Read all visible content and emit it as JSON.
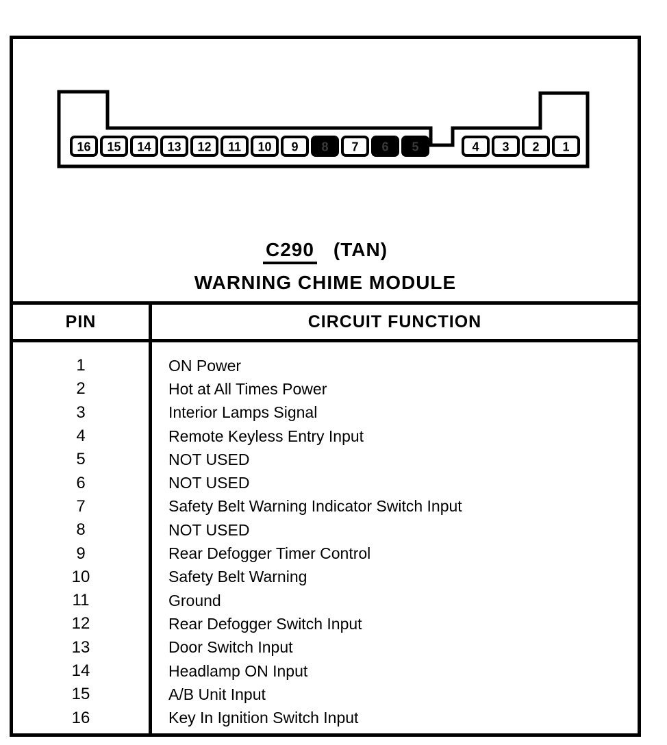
{
  "connector": {
    "code": "C290",
    "color_note": "(TAN)",
    "module_name": "WARNING CHIME MODULE",
    "pins_left_to_right": [
      {
        "label": "16",
        "filled": false
      },
      {
        "label": "15",
        "filled": false
      },
      {
        "label": "14",
        "filled": false
      },
      {
        "label": "13",
        "filled": false
      },
      {
        "label": "12",
        "filled": false
      },
      {
        "label": "11",
        "filled": false
      },
      {
        "label": "10",
        "filled": false
      },
      {
        "label": "9",
        "filled": false
      },
      {
        "label": "8",
        "filled": true
      },
      {
        "label": "7",
        "filled": false
      },
      {
        "label": "6",
        "filled": true
      },
      {
        "label": "5",
        "filled": true
      },
      {
        "label": "4",
        "filled": false
      },
      {
        "label": "3",
        "filled": false
      },
      {
        "label": "2",
        "filled": false
      },
      {
        "label": "1",
        "filled": false
      }
    ]
  },
  "table": {
    "headers": {
      "pin": "PIN",
      "function": "CIRCUIT FUNCTION"
    },
    "rows": [
      {
        "pin": "1",
        "function": "ON Power"
      },
      {
        "pin": "2",
        "function": "Hot at All Times Power"
      },
      {
        "pin": "3",
        "function": "Interior Lamps Signal"
      },
      {
        "pin": "4",
        "function": "Remote Keyless Entry Input"
      },
      {
        "pin": "5",
        "function": "NOT USED"
      },
      {
        "pin": "6",
        "function": "NOT USED"
      },
      {
        "pin": "7",
        "function": "Safety Belt Warning Indicator Switch Input"
      },
      {
        "pin": "8",
        "function": "NOT USED"
      },
      {
        "pin": "9",
        "function": "Rear Defogger Timer Control"
      },
      {
        "pin": "10",
        "function": "Safety Belt Warning"
      },
      {
        "pin": "11",
        "function": "Ground"
      },
      {
        "pin": "12",
        "function": "Rear Defogger Switch Input"
      },
      {
        "pin": "13",
        "function": "Door Switch Input"
      },
      {
        "pin": "14",
        "function": "Headlamp ON Input"
      },
      {
        "pin": "15",
        "function": "A/B Unit Input"
      },
      {
        "pin": "16",
        "function": "Key In Ignition Switch Input"
      }
    ],
    "ink_color": "#000000",
    "paper_color": "#ffffff"
  }
}
